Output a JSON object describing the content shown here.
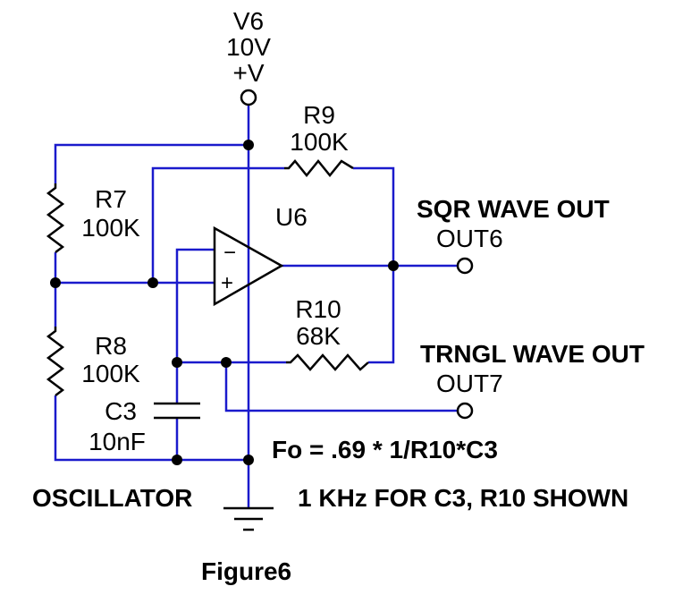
{
  "colors": {
    "wire": "#1a1acc",
    "component": "#000000",
    "plus_sign": "#e00000",
    "minus_sign": "#1a1acc",
    "background": "#ffffff"
  },
  "supply": {
    "name": "V6",
    "value": "10V",
    "net": "+V"
  },
  "resistors": [
    {
      "ref": "R9",
      "value": "100K"
    },
    {
      "ref": "R7",
      "value": "100K"
    },
    {
      "ref": "R10",
      "value": "68K"
    },
    {
      "ref": "R8",
      "value": "100K"
    }
  ],
  "capacitor": {
    "ref": "C3",
    "value": "10nF"
  },
  "opamp": {
    "ref": "U6",
    "plus_symbol": "+",
    "minus_symbol": "−"
  },
  "outputs": [
    {
      "title": "SQR WAVE OUT",
      "node": "OUT6"
    },
    {
      "title": "TRNGL WAVE OUT",
      "node": "OUT7"
    }
  ],
  "formula": "Fo = .69 * 1/R10*C3",
  "note": "1 KHz FOR C3, R10 SHOWN",
  "circuit_name": "OSCILLATOR",
  "figure_label": "Figure6"
}
